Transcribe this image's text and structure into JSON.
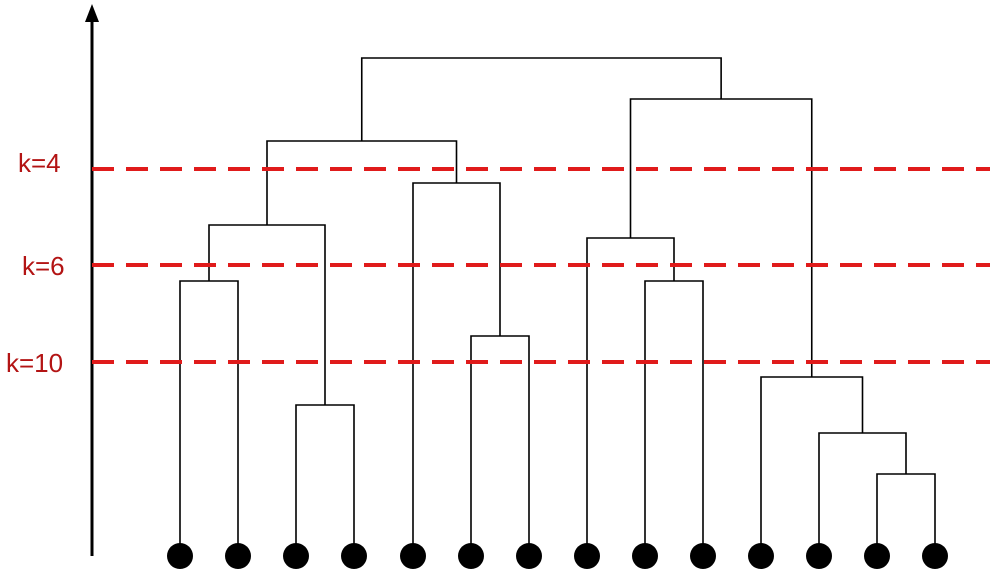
{
  "diagram": {
    "type": "dendrogram",
    "leaf_count": 14,
    "cut_lines": [
      {
        "label": "k=4"
      },
      {
        "label": "k=6"
      },
      {
        "label": "k=10"
      }
    ],
    "colors": {
      "cut_line": "#e01b1b",
      "cut_label": "#b31414",
      "tree": "#000000"
    }
  }
}
